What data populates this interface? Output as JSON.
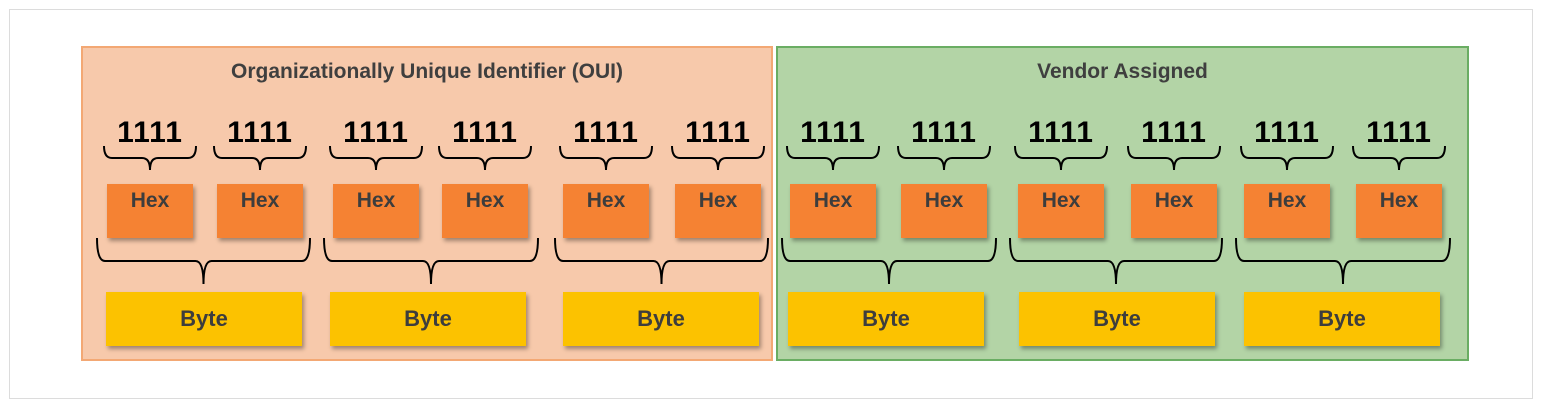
{
  "sections": {
    "oui_title": "Organizationally Unique Identifier (OUI)",
    "vendor_title": "Vendor Assigned"
  },
  "nibbles": [
    {
      "bits": "1111",
      "hex": "Hex"
    },
    {
      "bits": "1111",
      "hex": "Hex"
    },
    {
      "bits": "1111",
      "hex": "Hex"
    },
    {
      "bits": "1111",
      "hex": "Hex"
    },
    {
      "bits": "1111",
      "hex": "Hex"
    },
    {
      "bits": "1111",
      "hex": "Hex"
    },
    {
      "bits": "1111",
      "hex": "Hex"
    },
    {
      "bits": "1111",
      "hex": "Hex"
    },
    {
      "bits": "1111",
      "hex": "Hex"
    },
    {
      "bits": "1111",
      "hex": "Hex"
    },
    {
      "bits": "1111",
      "hex": "Hex"
    },
    {
      "bits": "1111",
      "hex": "Hex"
    }
  ],
  "bytes": [
    "Byte",
    "Byte",
    "Byte",
    "Byte",
    "Byte",
    "Byte"
  ],
  "colors": {
    "oui_fill": "#f7c9ab",
    "oui_border": "#f3a874",
    "vendor_fill": "#b3d4a6",
    "vendor_border": "#6aad63",
    "hex_box": "#f58233",
    "byte_box": "#fcc200"
  }
}
